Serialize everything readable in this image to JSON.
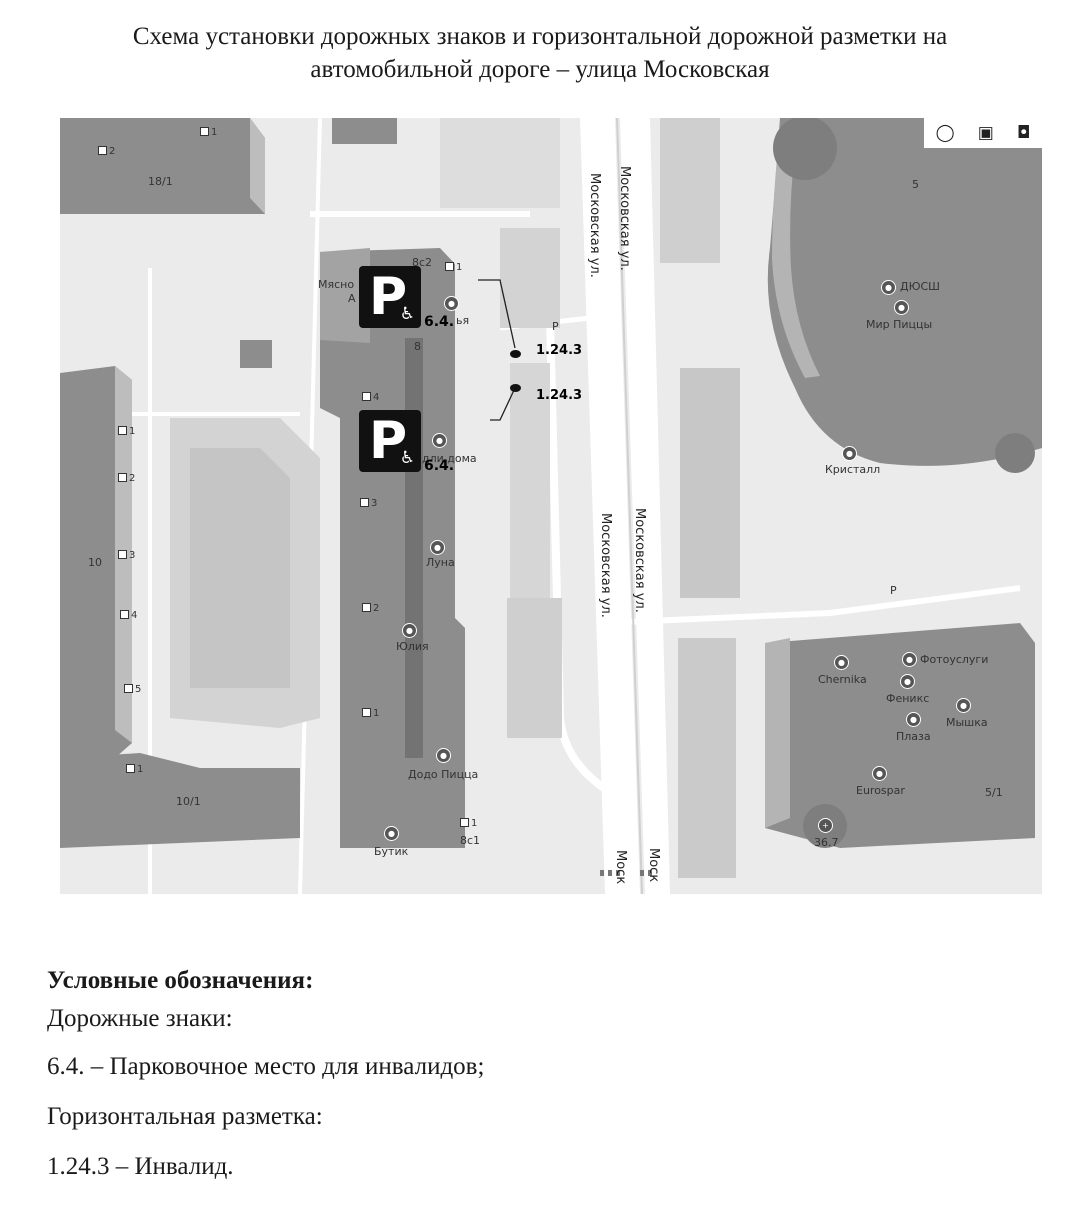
{
  "title": {
    "line1": "Схема установки дорожных знаков и горизонтальной дорожной разметки на",
    "line2": "автомобильной дороге – улица Московская"
  },
  "map": {
    "streets": [
      "Московская ул.",
      "Московская ул.",
      "Московская ул.",
      "Московская ул.",
      "Моск",
      "Моск"
    ],
    "buildings": [
      "18/1",
      "8с2",
      "8",
      "10",
      "10/1",
      "8с1",
      "5",
      "5/1"
    ],
    "pois": [
      "Мясно",
      "А",
      "ья",
      "дли дома",
      "Луна",
      "Юлия",
      "Додо Пицца",
      "Бутик",
      "ДЮСШ",
      "Мир Пиццы",
      "Кристалл",
      "Фотоуслуги",
      "Chernika",
      "Феникс",
      "Мышка",
      "Плаза",
      "Eurospar",
      "36.7"
    ],
    "entrances": [
      "1",
      "2",
      "1",
      "2",
      "3",
      "4",
      "5",
      "1",
      "2",
      "3",
      "4",
      "1",
      "1",
      "1"
    ],
    "parking_letter": "P",
    "road_signs": [
      {
        "code": "6.4.",
        "symbol": "P",
        "wheelchair": "♿"
      },
      {
        "code": "6.4.",
        "symbol": "P",
        "wheelchair": "♿"
      }
    ],
    "markings": [
      {
        "code": "1.24.3"
      },
      {
        "code": "1.24.3"
      }
    ],
    "toolbar_icons": [
      "traffic-icon",
      "panorama-icon",
      "camera-icon"
    ]
  },
  "legend": {
    "heading": "Условные обозначения:",
    "signs_title": "Дорожные знаки:",
    "sign_item": "6.4. – Парковочное место для инвалидов;",
    "marking_title": "Горизонтальная разметка:",
    "marking_item": "1.24.3 – Инвалид."
  },
  "colors": {
    "building": "#8d8d8d",
    "building_light": "#c9c9c9",
    "ground": "#ebebeb",
    "road": "#ffffff",
    "sign": "#111111"
  }
}
